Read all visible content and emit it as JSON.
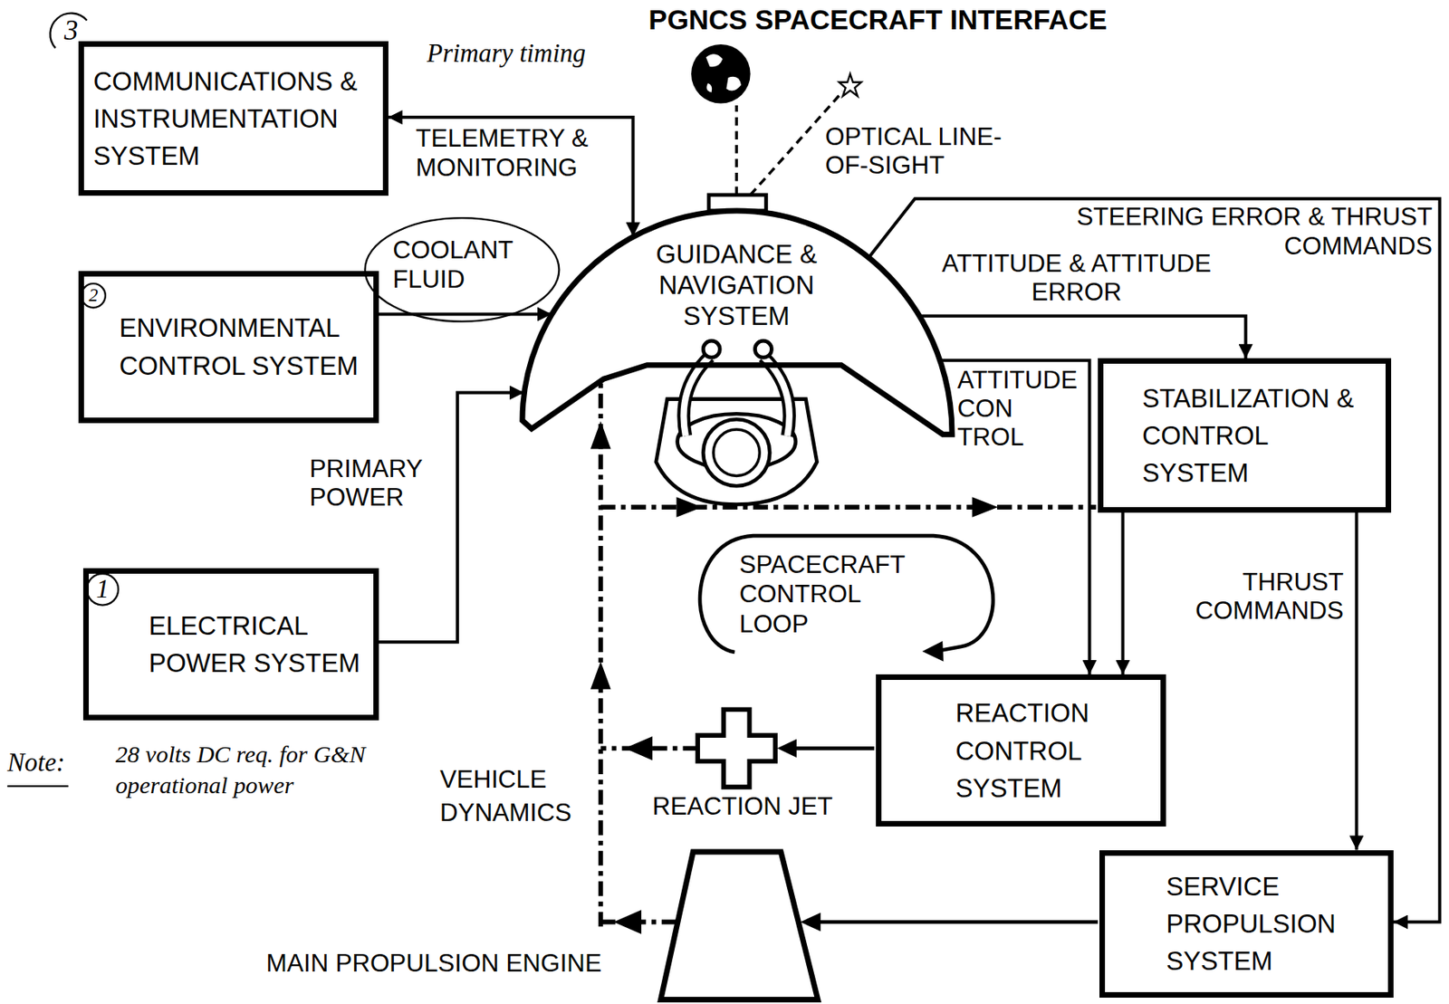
{
  "diagram": {
    "title": "PGNCS SPACECRAFT INTERFACE",
    "nodes": [
      {
        "text": [
          "COMMUNICATIONS & INSTRUMENTATION SYSTEM"
        ]
      },
      {
        "text": [
          "ENVIRONMENTAL CONTROL SYSTEM"
        ]
      },
      {
        "text": [
          "ELECTRICAL POWER SYSTEM"
        ]
      },
      {
        "text": [
          "GUIDANCE & NAVIGATION SYSTEM"
        ]
      },
      {
        "text": [
          "STABILIZATION & CONTROL SYSTEM"
        ]
      },
      {
        "text": [
          "REACTION CONTROL SYSTEM"
        ]
      },
      {
        "text": [
          "SERVICE PROPULSION SYSTEM"
        ]
      }
    ],
    "edges": [
      {
        "from": 0,
        "to": 3,
        "label": "TELEMETRY & MONITORING",
        "arrow": "both"
      },
      {
        "from": 1,
        "to": 3,
        "label": "COOLANT FLUID",
        "arrow": "to"
      },
      {
        "from": 2,
        "to": 3,
        "label": "PRIMARY POWER",
        "arrow": "to"
      },
      {
        "from": 3,
        "to": 4,
        "label": "ATTITUDE & ATTITUDE ERROR",
        "arrow": "to"
      },
      {
        "from": 3,
        "to": 6,
        "label": "STEERING ERROR & THRUST COMMANDS",
        "arrow": "to"
      },
      {
        "from": 3,
        "to": 5,
        "label": "ATTITUDE CON TROL",
        "arrow": "to"
      },
      {
        "from": 4,
        "to": 5,
        "arrow": "to"
      },
      {
        "from": 4,
        "to": 6,
        "label": "THRUST COMMANDS",
        "arrow": "to"
      }
    ],
    "labels": [
      "3",
      "Primary timing",
      "2",
      "1",
      "Note:",
      "28 volts DC req. for G&N operational power",
      "OPTICAL LINE-OF-SIGHT",
      "SPACECRAFT CONTROL LOOP",
      "REACTION JET",
      "VEHICLE DYNAMICS",
      "MAIN PROPULSION ENGINE"
    ]
  }
}
